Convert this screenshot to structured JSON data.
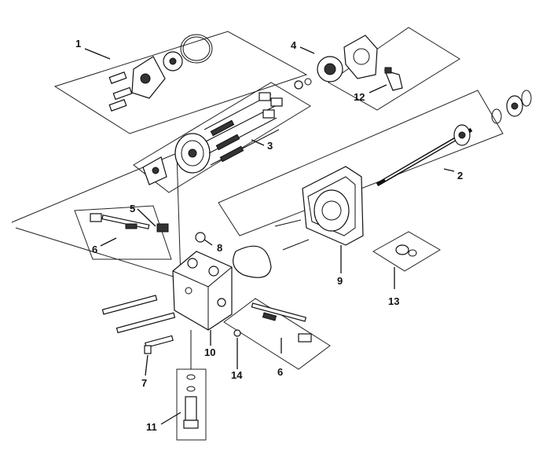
{
  "diagram": {
    "callouts": [
      {
        "id": "c1",
        "label": "1"
      },
      {
        "id": "c2",
        "label": "2"
      },
      {
        "id": "c3",
        "label": "3"
      },
      {
        "id": "c4",
        "label": "4"
      },
      {
        "id": "c5",
        "label": "5"
      },
      {
        "id": "c6a",
        "label": "6"
      },
      {
        "id": "c6b",
        "label": "6"
      },
      {
        "id": "c7",
        "label": "7"
      },
      {
        "id": "c8",
        "label": "8"
      },
      {
        "id": "c9",
        "label": "9"
      },
      {
        "id": "c10",
        "label": "10"
      },
      {
        "id": "c11",
        "label": "11"
      },
      {
        "id": "c12",
        "label": "12"
      },
      {
        "id": "c13",
        "label": "13"
      },
      {
        "id": "c14",
        "label": "14"
      }
    ]
  }
}
